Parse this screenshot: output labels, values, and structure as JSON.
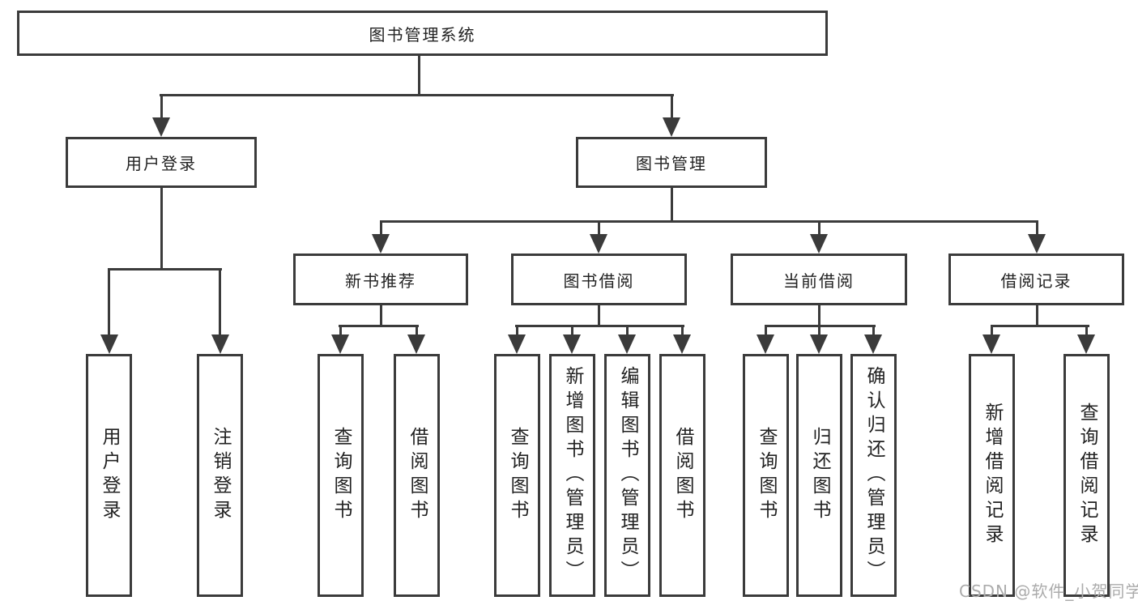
{
  "tree": {
    "label": "图书管理系统",
    "children": [
      {
        "label": "用户登录",
        "children": [
          {
            "label": "用户登录"
          },
          {
            "label": "注销登录"
          }
        ]
      },
      {
        "label": "图书管理",
        "children": [
          {
            "label": "新书推荐",
            "children": [
              {
                "label": "查询图书"
              },
              {
                "label": "借阅图书"
              }
            ]
          },
          {
            "label": "图书借阅",
            "children": [
              {
                "label": "查询图书"
              },
              {
                "label": "新增图书（管理员）"
              },
              {
                "label": "编辑图书（管理员）"
              },
              {
                "label": "借阅图书"
              }
            ]
          },
          {
            "label": "当前借阅",
            "children": [
              {
                "label": "查询图书"
              },
              {
                "label": "归还图书"
              },
              {
                "label": "确认归还（管理员）"
              }
            ]
          },
          {
            "label": "借阅记录",
            "children": [
              {
                "label": "新增借阅记录"
              },
              {
                "label": "查询借阅记录"
              }
            ]
          }
        ]
      }
    ]
  },
  "watermark": {
    "text": "CSDN @软件_小贺同学"
  },
  "colors": {
    "line": "#3b3b3b",
    "text": "#222222",
    "watermark": "#ababab",
    "background": "#ffffff"
  }
}
